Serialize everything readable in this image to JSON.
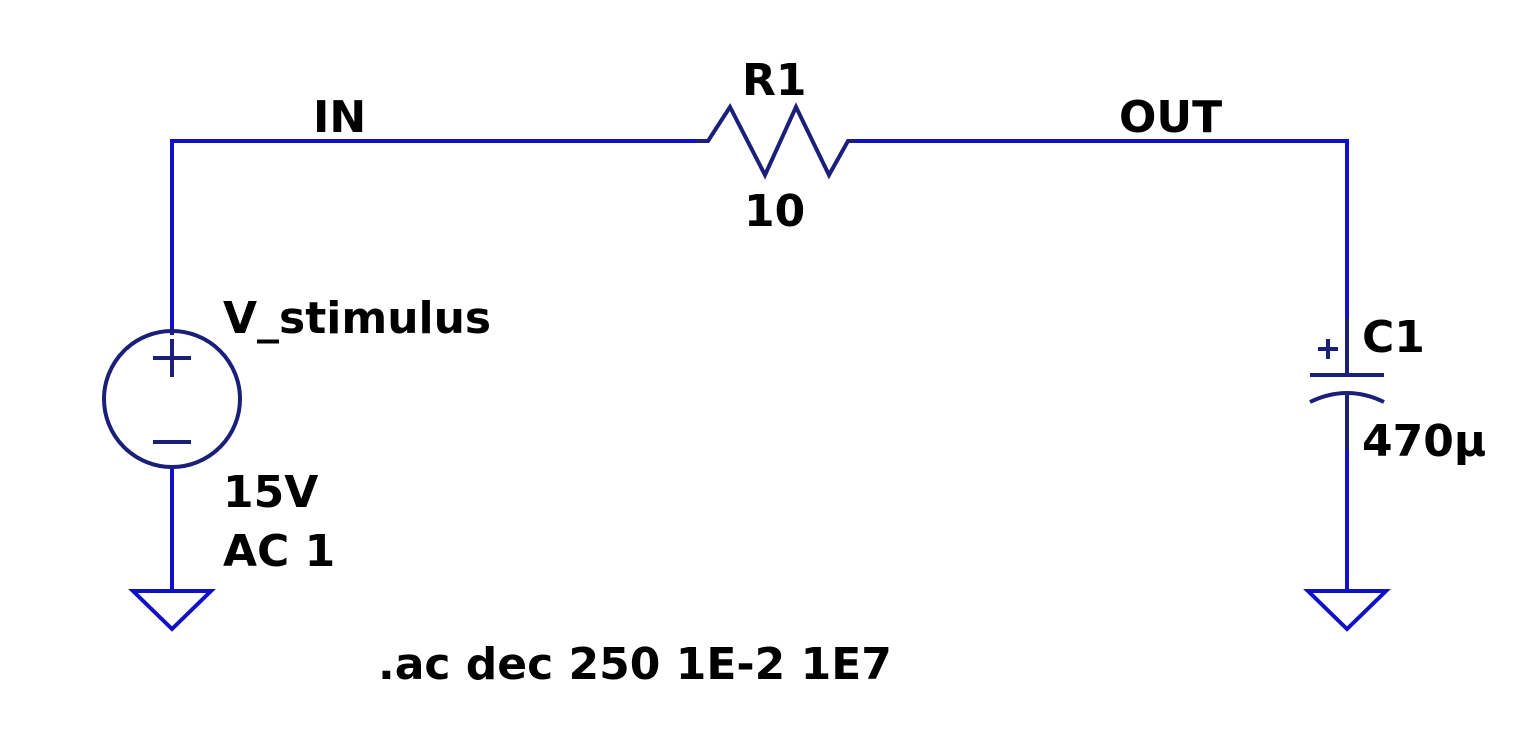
{
  "colors": {
    "wire": "#1010c8",
    "component": "#1a1f7a",
    "text": "#000000",
    "background": "#ffffff"
  },
  "nets": {
    "in": "IN",
    "out": "OUT"
  },
  "resistor": {
    "name": "R1",
    "value": "10"
  },
  "source": {
    "name": "V_stimulus",
    "dc": "15V",
    "ac": "AC 1"
  },
  "capacitor": {
    "name": "C1",
    "value": "470µ",
    "polarity_mark": "+"
  },
  "directive": ".ac dec 250 1E-2 1E7"
}
